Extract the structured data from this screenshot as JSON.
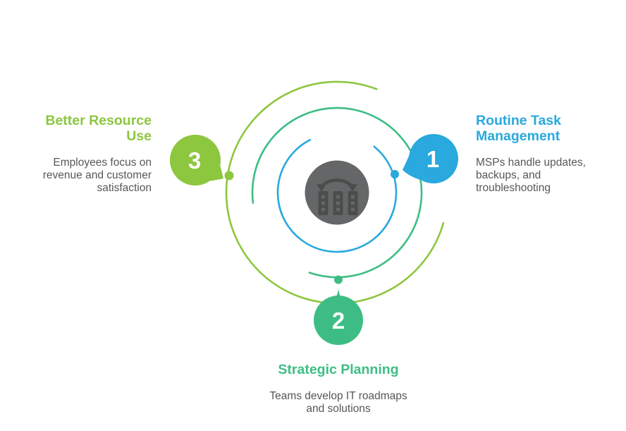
{
  "diagram": {
    "center_icon": "telephone-network-icon",
    "colors": {
      "lime": "#8dc63f",
      "blue": "#29a9dd",
      "emerald": "#3dbd85",
      "center_circle": "#656667",
      "icon_glyph": "#4a4d4b",
      "body_text": "#55575a",
      "background": "#ffffff"
    }
  },
  "steps": [
    {
      "number": "1",
      "title": "Routine Task Management",
      "description_lines": [
        "MSPs handle updates,",
        "backups, and",
        "troubleshooting"
      ],
      "accent": "#29a9dd"
    },
    {
      "number": "2",
      "title": "Strategic Planning",
      "description_lines": [
        "Teams develop IT roadmaps",
        "and solutions"
      ],
      "accent": "#3dbd85"
    },
    {
      "number": "3",
      "title": "Better Resource Use",
      "description_lines": [
        "Employees focus on",
        "revenue and customer",
        "satisfaction"
      ],
      "accent": "#8dc63f"
    }
  ]
}
